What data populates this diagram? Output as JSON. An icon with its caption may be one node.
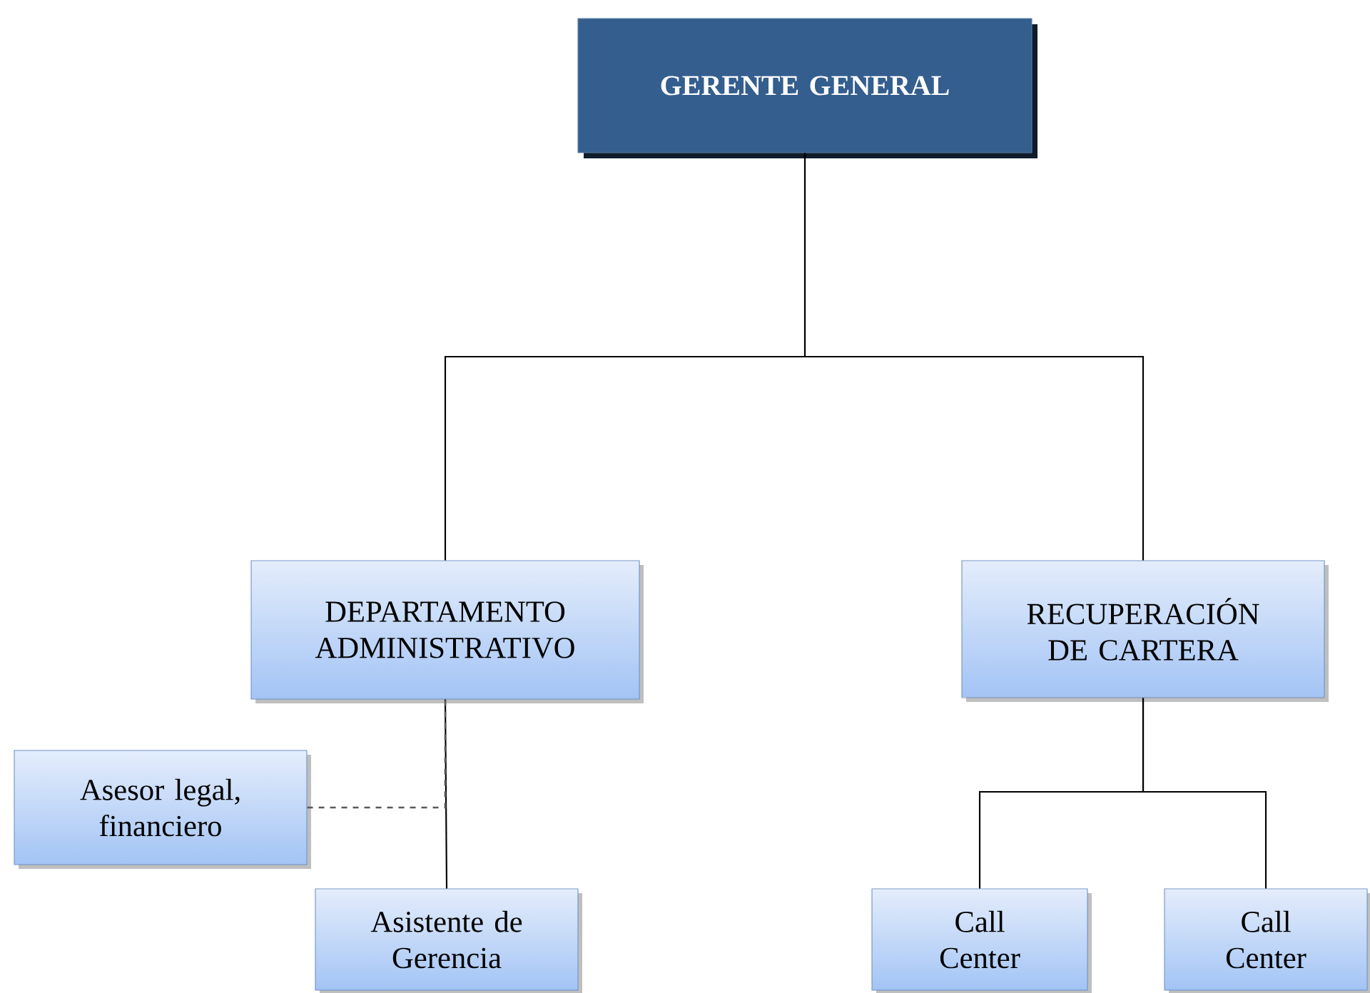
{
  "diagram": {
    "nodes": [
      {
        "text": [
          "GERENTE GENERAL"
        ]
      },
      {
        "text": [
          "DEPARTAMENTO ADMINISTRATIVO"
        ]
      },
      {
        "text": [
          "RECUPERACIÓN DE CARTERA"
        ]
      },
      {
        "text": [
          "Asesor legal, financiero"
        ]
      },
      {
        "text": [
          "Asistente de Gerencia"
        ]
      },
      {
        "text": [
          "Call Center"
        ]
      },
      {
        "text": [
          "Call Center"
        ]
      }
    ],
    "edges": [
      {
        "from": 0,
        "to": 1,
        "arrow": "none"
      },
      {
        "from": 0,
        "to": 2,
        "arrow": "none"
      },
      {
        "from": 1,
        "to": 4,
        "arrow": "none"
      },
      {
        "from": 3,
        "to": 1,
        "arrow": "none",
        "style": "dashed"
      },
      {
        "from": 2,
        "to": 5,
        "arrow": "none"
      },
      {
        "from": 2,
        "to": 6,
        "arrow": "none"
      }
    ]
  }
}
